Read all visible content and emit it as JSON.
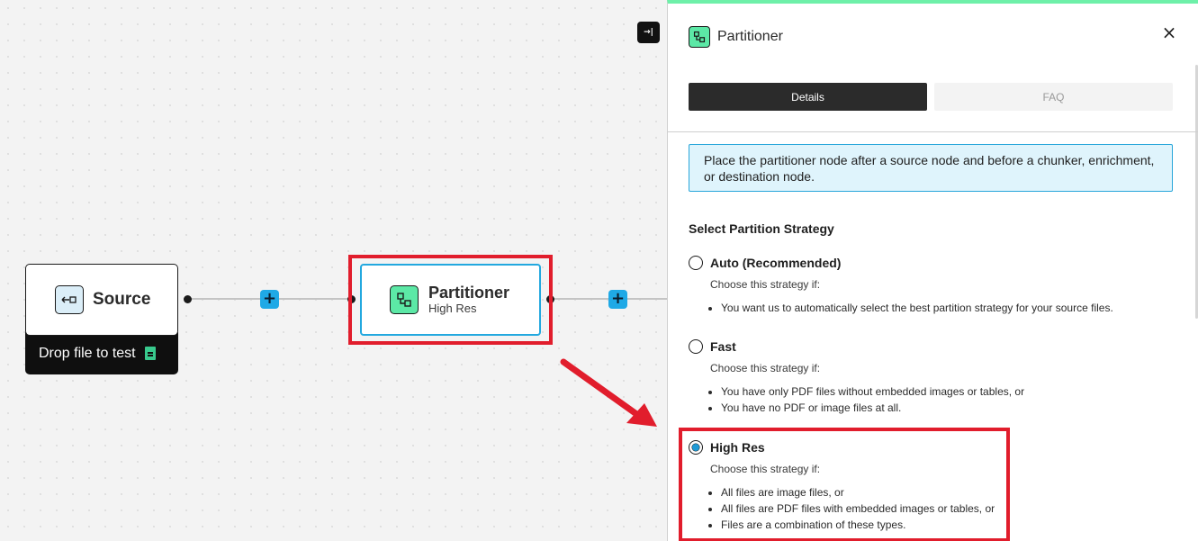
{
  "canvas": {
    "collapse_icon": "collapse-panel-icon",
    "source_node": {
      "title": "Source",
      "icon": "source-icon",
      "drop_label": "Drop file to test",
      "drop_icon": "file-icon"
    },
    "partitioner_node": {
      "title": "Partitioner",
      "subtitle": "High Res",
      "icon": "partitioner-icon"
    },
    "add_buttons": [
      "+",
      "+"
    ],
    "highlight_color": "#e11d2c",
    "accent_blue": "#23a8df",
    "accent_green": "#5ce8a6"
  },
  "panel": {
    "title": "Partitioner",
    "close_symbol": "×",
    "tabs": [
      {
        "label": "Details",
        "active": true
      },
      {
        "label": "FAQ",
        "active": false
      }
    ],
    "info_text": "Place the partitioner node after a source node and before a chunker, enrichment, or destination node.",
    "section_title": "Select Partition Strategy",
    "options": [
      {
        "title": "Auto (Recommended)",
        "selected": false,
        "desc": "Choose this strategy if:",
        "bullets": [
          "You want us to automatically select the best partition strategy for your source files."
        ]
      },
      {
        "title": "Fast",
        "selected": false,
        "desc": "Choose this strategy if:",
        "bullets": [
          "You have only PDF files without embedded images or tables, or",
          "You have no PDF or image files at all."
        ]
      },
      {
        "title": "High Res",
        "selected": true,
        "desc": "Choose this strategy if:",
        "bullets": [
          "All files are image files, or",
          "All files are PDF files with embedded images or tables, or",
          "Files are a combination of these types."
        ]
      }
    ]
  }
}
